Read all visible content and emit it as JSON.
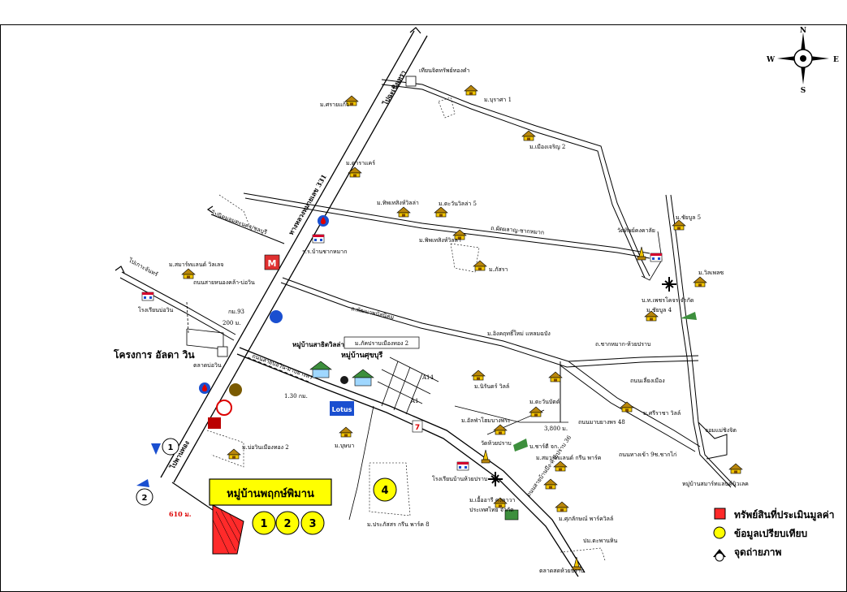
{
  "compass": {
    "n": "N",
    "s": "S",
    "e": "E",
    "w": "W"
  },
  "title_box": "หมู่บ้านพฤกษ์พิมาน",
  "legend": {
    "subject": "ทรัพย์สินที่ประเมินมูลค่า",
    "comparable": "ข้อมูลเปรียบเทียบ",
    "photo": "จุดถ่ายภาพ"
  },
  "colors": {
    "subject": "#ff2a2a",
    "comparable": "#ffff00",
    "title_box": "#ffff00",
    "water": "#1a4fd0"
  },
  "numbers": {
    "c1": "1",
    "c2": "2",
    "c3": "3",
    "c4": "4",
    "p1": "1",
    "p2": "2"
  },
  "distances": {
    "d610": "610 ม.",
    "d130": "1.30 กม.",
    "d3800": "3,800 ม.",
    "d200": "200 ม.",
    "km93": "กม.93"
  },
  "roads": {
    "hwy331": "ทางหลวงหมายเลข 331",
    "to_chachoengsao": "ไปฉะเชิงเทรา",
    "to_phanthong": "ไปพานทอง",
    "to_nikhom": "ไปนิคมอมตะนคร/ชลบุรี",
    "to_klaeng": "ไปเกาะจันทร์",
    "rd_nongkhla": "ถนนสายหนองคล้า-บ่อวิน",
    "rd_local": "ถนนสายบ่อวิน-มาบยางพร",
    "rd_soi3": "ถ.ผัดผลาญ-ชากหมาก",
    "rd_market": "ถ.พัฒนาพนัสนิคม",
    "rd_48": "ถนนมาบยางพร 48",
    "rd_khaotha": "ถ.ชากหมาก-ห้วยปราบ",
    "rd_cheum": "จอมแม่ชิงจิต",
    "rd_pluak": "ถนนทางเข้า 9ช.ชากไก่",
    "rd_leam": "ถนนเลี่ยงเมือง",
    "rd_kuang": "หมู่บ้านสมาร์ทแลนด์นิวเลค",
    "rd_bangpra": "ถนนสายบ้านบึง-ห้วยปราบ 36"
  },
  "places": [
    "เทียนจิตทรัพย์ทองคำ",
    "ม.บุราศา 1",
    "ม.ศรายแก้ว",
    "ม.เมืองเจริญ 2",
    "ม.ดาราแคร์",
    "ม.ทิพเทสิงห์วิลล่า",
    "ม.ตะวันวิลล่า 5",
    "ม.พิพเทสิงห์วิลล่า",
    "ม.ภัสรา",
    "ม.ชัยบูล 5",
    "ร.ร.บ้านชากหมาก",
    "วัดทิพย์คงคาลัย",
    "ม.วิลเพลซ",
    "ม.สมาร์ทแลนด์ วิลเลจ",
    "โรงเรียนบ่อวิน",
    "ม.ชัยบูล 4",
    "บ.ท.เพชรโคจร จำกัด",
    "ม.ภัคปราบเมืองทอง 2",
    "หมู่บ้านสาธิตวิลล่า",
    "หมู่บ้านศุขบุรี",
    "โครงการ อัลดา วิน",
    "ตลาดบ่อวิน",
    "ม.อิงคฤทธิ์ใหม่ แหลมฉบัง",
    "ม.นิรันดร์ วิลล์",
    "ม.ศรีราชา วิลล์",
    "ม.ตะวันบัตต์",
    "ม.อัลฟ่าโฮมบางพระ",
    "วัดห้วยปราบ",
    "บ.ชาร์ตี จก.",
    "ม.สมาร์ทแลนด์ กรีน พาร์ค",
    "ม.บ่อวินเมืองทอง 2",
    "ม.บุษบา",
    "โรงเรียนบ้านห้วยปราบ",
    "ม.ประภัสสร กรีน พาร์ค 8",
    "ม.เอื้ออารี คงคาวา",
    "ม.ศุภลักษณ์ พาร์ควิลล์",
    "ตลาดสดห้วยปราบ",
    "ประเทศไทย จำกัด",
    "ปม.ตะพานหิน"
  ]
}
